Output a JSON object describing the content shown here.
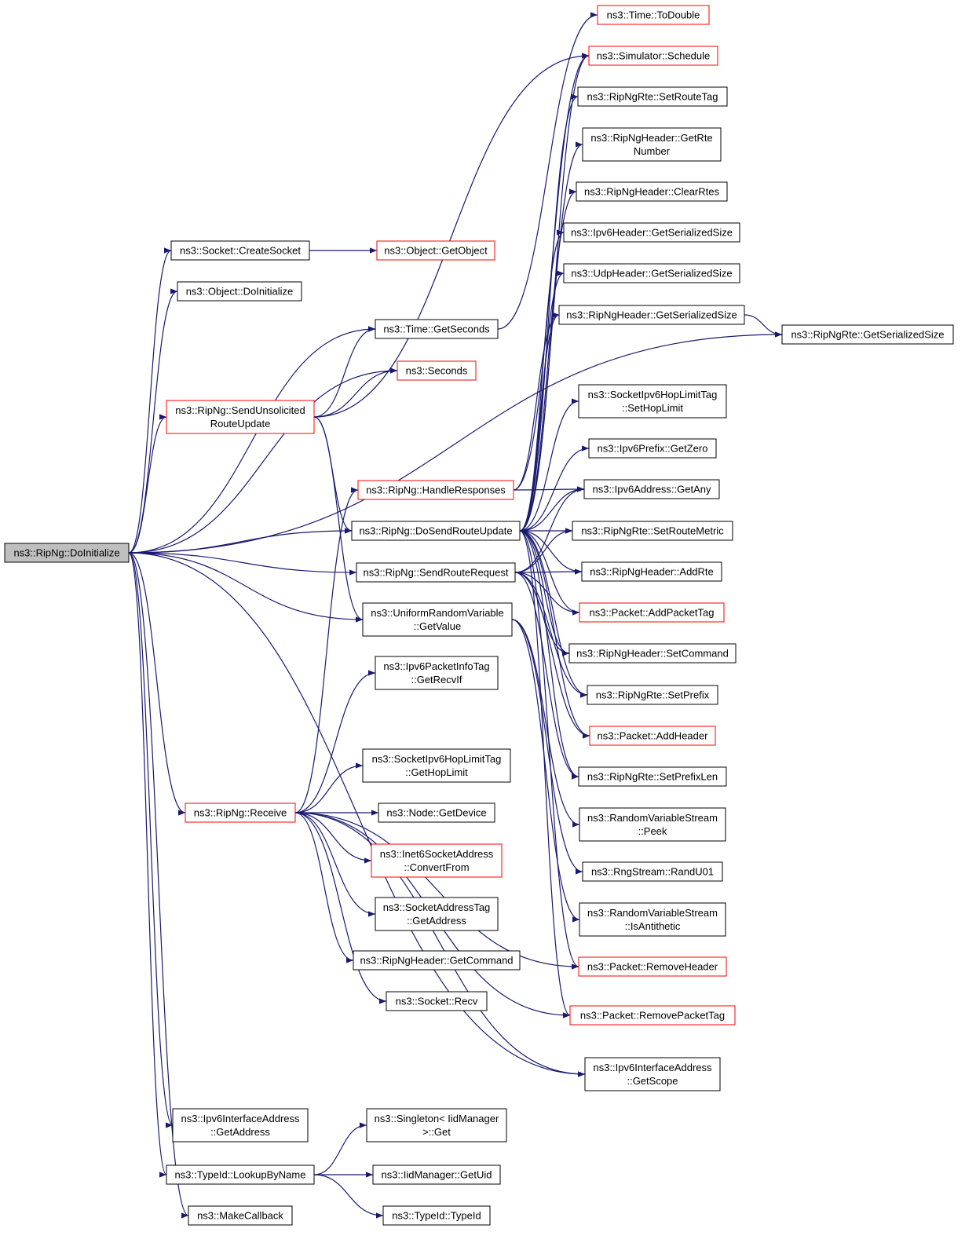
{
  "colors": {
    "edge": "#191970",
    "box_normal": "#000000",
    "box_truncated": "#ff0000",
    "box_root_fill": "#bfbfbf",
    "box_fill": "#ffffff"
  },
  "nodes": [
    {
      "id": "doinit",
      "lines": [
        "ns3::RipNg::DoInitialize"
      ],
      "style": "root"
    },
    {
      "id": "create_socket",
      "lines": [
        "ns3::Socket::CreateSocket"
      ],
      "style": "normal"
    },
    {
      "id": "object_doinit",
      "lines": [
        "ns3::Object::DoInitialize"
      ],
      "style": "normal"
    },
    {
      "id": "getobject",
      "lines": [
        "ns3::Object::GetObject"
      ],
      "style": "truncated"
    },
    {
      "id": "time_getseconds",
      "lines": [
        "ns3::Time::GetSeconds"
      ],
      "style": "normal"
    },
    {
      "id": "seconds",
      "lines": [
        "ns3::Seconds"
      ],
      "style": "truncated"
    },
    {
      "id": "send_unsolicited",
      "lines": [
        "ns3::RipNg::SendUnsolicited",
        "RouteUpdate"
      ],
      "style": "truncated"
    },
    {
      "id": "handle_responses",
      "lines": [
        "ns3::RipNg::HandleResponses"
      ],
      "style": "truncated"
    },
    {
      "id": "do_send_route_update",
      "lines": [
        "ns3::RipNg::DoSendRouteUpdate"
      ],
      "style": "normal"
    },
    {
      "id": "send_route_request",
      "lines": [
        "ns3::RipNg::SendRouteRequest"
      ],
      "style": "normal"
    },
    {
      "id": "uniform_getvalue",
      "lines": [
        "ns3::UniformRandomVariable",
        "::GetValue"
      ],
      "style": "normal"
    },
    {
      "id": "pkt_info_recvif",
      "lines": [
        "ns3::Ipv6PacketInfoTag",
        "::GetRecvIf"
      ],
      "style": "normal"
    },
    {
      "id": "hoplimit_get",
      "lines": [
        "ns3::SocketIpv6HopLimitTag",
        "::GetHopLimit"
      ],
      "style": "normal"
    },
    {
      "id": "receive",
      "lines": [
        "ns3::RipNg::Receive"
      ],
      "style": "truncated"
    },
    {
      "id": "node_getdevice",
      "lines": [
        "ns3::Node::GetDevice"
      ],
      "style": "normal"
    },
    {
      "id": "inet6_convertfrom",
      "lines": [
        "ns3::Inet6SocketAddress",
        "::ConvertFrom"
      ],
      "style": "truncated"
    },
    {
      "id": "sockaddrtag_getaddress",
      "lines": [
        "ns3::SocketAddressTag",
        "::GetAddress"
      ],
      "style": "normal"
    },
    {
      "id": "ripngheader_getcommand",
      "lines": [
        "ns3::RipNgHeader::GetCommand"
      ],
      "style": "normal"
    },
    {
      "id": "socket_recv",
      "lines": [
        "ns3::Socket::Recv"
      ],
      "style": "normal"
    },
    {
      "id": "ipv6ifaddr_getaddress",
      "lines": [
        "ns3::Ipv6InterfaceAddress",
        "::GetAddress"
      ],
      "style": "normal"
    },
    {
      "id": "typeid_lookupbyname",
      "lines": [
        "ns3::TypeId::LookupByName"
      ],
      "style": "normal"
    },
    {
      "id": "makecallback",
      "lines": [
        "ns3::MakeCallback"
      ],
      "style": "normal"
    },
    {
      "id": "singleton_get",
      "lines": [
        "ns3::Singleton< IidManager",
        ">::Get"
      ],
      "style": "normal"
    },
    {
      "id": "iidmanager_getuid",
      "lines": [
        "ns3::IidManager::GetUid"
      ],
      "style": "normal"
    },
    {
      "id": "typeid_typeid",
      "lines": [
        "ns3::TypeId::TypeId"
      ],
      "style": "normal"
    },
    {
      "id": "time_todouble",
      "lines": [
        "ns3::Time::ToDouble"
      ],
      "style": "truncated"
    },
    {
      "id": "simulator_schedule",
      "lines": [
        "ns3::Simulator::Schedule"
      ],
      "style": "truncated"
    },
    {
      "id": "ripngrte_setroutetag",
      "lines": [
        "ns3::RipNgRte::SetRouteTag"
      ],
      "style": "normal"
    },
    {
      "id": "ripngheader_getrtenumber",
      "lines": [
        "ns3::RipNgHeader::GetRte",
        "Number"
      ],
      "style": "normal"
    },
    {
      "id": "ripngheader_clearrtes",
      "lines": [
        "ns3::RipNgHeader::ClearRtes"
      ],
      "style": "normal"
    },
    {
      "id": "ipv6header_getserializedsize",
      "lines": [
        "ns3::Ipv6Header::GetSerializedSize"
      ],
      "style": "normal"
    },
    {
      "id": "udpheader_getserializedsize",
      "lines": [
        "ns3::UdpHeader::GetSerializedSize"
      ],
      "style": "normal"
    },
    {
      "id": "ripngheader_getserializedsize",
      "lines": [
        "ns3::RipNgHeader::GetSerializedSize"
      ],
      "style": "normal"
    },
    {
      "id": "ripngrte_getserializedsize",
      "lines": [
        "ns3::RipNgRte::GetSerializedSize"
      ],
      "style": "normal"
    },
    {
      "id": "hoplimit_set",
      "lines": [
        "ns3::SocketIpv6HopLimitTag",
        "::SetHopLimit"
      ],
      "style": "normal"
    },
    {
      "id": "ipv6prefix_getzero",
      "lines": [
        "ns3::Ipv6Prefix::GetZero"
      ],
      "style": "normal"
    },
    {
      "id": "ipv6address_getany",
      "lines": [
        "ns3::Ipv6Address::GetAny"
      ],
      "style": "normal"
    },
    {
      "id": "ripngrte_setroutemetric",
      "lines": [
        "ns3::RipNgRte::SetRouteMetric"
      ],
      "style": "normal"
    },
    {
      "id": "ripngheader_addrte",
      "lines": [
        "ns3::RipNgHeader::AddRte"
      ],
      "style": "normal"
    },
    {
      "id": "packet_addpackettag",
      "lines": [
        "ns3::Packet::AddPacketTag"
      ],
      "style": "truncated"
    },
    {
      "id": "ripngheader_setcommand",
      "lines": [
        "ns3::RipNgHeader::SetCommand"
      ],
      "style": "normal"
    },
    {
      "id": "ripngrte_setprefix",
      "lines": [
        "ns3::RipNgRte::SetPrefix"
      ],
      "style": "normal"
    },
    {
      "id": "packet_addheader",
      "lines": [
        "ns3::Packet::AddHeader"
      ],
      "style": "truncated"
    },
    {
      "id": "ripngrte_setprefixlen",
      "lines": [
        "ns3::RipNgRte::SetPrefixLen"
      ],
      "style": "normal"
    },
    {
      "id": "rvs_peek",
      "lines": [
        "ns3::RandomVariableStream",
        "::Peek"
      ],
      "style": "normal"
    },
    {
      "id": "rngstream_randu01",
      "lines": [
        "ns3::RngStream::RandU01"
      ],
      "style": "normal"
    },
    {
      "id": "rvs_isantithetic",
      "lines": [
        "ns3::RandomVariableStream",
        "::IsAntithetic"
      ],
      "style": "normal"
    },
    {
      "id": "packet_removeheader",
      "lines": [
        "ns3::Packet::RemoveHeader"
      ],
      "style": "truncated"
    },
    {
      "id": "packet_removepackettag",
      "lines": [
        "ns3::Packet::RemovePacketTag"
      ],
      "style": "truncated"
    },
    {
      "id": "ipv6ifaddr_getscope",
      "lines": [
        "ns3::Ipv6InterfaceAddress",
        "::GetScope"
      ],
      "style": "normal"
    }
  ],
  "edges": [
    [
      "doinit",
      "create_socket"
    ],
    [
      "doinit",
      "object_doinit"
    ],
    [
      "doinit",
      "time_getseconds"
    ],
    [
      "doinit",
      "seconds"
    ],
    [
      "doinit",
      "send_unsolicited"
    ],
    [
      "doinit",
      "ripngrte_getserializedsize"
    ],
    [
      "doinit",
      "do_send_route_update"
    ],
    [
      "doinit",
      "send_route_request"
    ],
    [
      "doinit",
      "uniform_getvalue"
    ],
    [
      "doinit",
      "receive"
    ],
    [
      "doinit",
      "ipv6ifaddr_getscope"
    ],
    [
      "doinit",
      "ipv6ifaddr_getaddress"
    ],
    [
      "doinit",
      "typeid_lookupbyname"
    ],
    [
      "doinit",
      "makecallback"
    ],
    [
      "create_socket",
      "getobject"
    ],
    [
      "time_getseconds",
      "time_todouble"
    ],
    [
      "send_unsolicited",
      "time_getseconds"
    ],
    [
      "send_unsolicited",
      "seconds"
    ],
    [
      "send_unsolicited",
      "simulator_schedule"
    ],
    [
      "send_unsolicited",
      "do_send_route_update"
    ],
    [
      "send_unsolicited",
      "uniform_getvalue"
    ],
    [
      "handle_responses",
      "ipv6address_getany"
    ],
    [
      "handle_responses",
      "simulator_schedule"
    ],
    [
      "handle_responses",
      "ripngheader_getserializedsize"
    ],
    [
      "do_send_route_update",
      "simulator_schedule"
    ],
    [
      "do_send_route_update",
      "ripngrte_setroutetag"
    ],
    [
      "do_send_route_update",
      "ripngheader_getrtenumber"
    ],
    [
      "do_send_route_update",
      "ripngheader_clearrtes"
    ],
    [
      "do_send_route_update",
      "ipv6header_getserializedsize"
    ],
    [
      "do_send_route_update",
      "udpheader_getserializedsize"
    ],
    [
      "do_send_route_update",
      "ripngheader_getserializedsize"
    ],
    [
      "do_send_route_update",
      "hoplimit_set"
    ],
    [
      "do_send_route_update",
      "ipv6prefix_getzero"
    ],
    [
      "do_send_route_update",
      "ipv6address_getany"
    ],
    [
      "do_send_route_update",
      "ripngrte_setroutemetric"
    ],
    [
      "do_send_route_update",
      "ripngheader_addrte"
    ],
    [
      "do_send_route_update",
      "packet_addpackettag"
    ],
    [
      "do_send_route_update",
      "ripngheader_setcommand"
    ],
    [
      "do_send_route_update",
      "ripngrte_setprefix"
    ],
    [
      "do_send_route_update",
      "packet_addheader"
    ],
    [
      "do_send_route_update",
      "ripngrte_setprefixlen"
    ],
    [
      "do_send_route_update",
      "packet_removeheader"
    ],
    [
      "do_send_route_update",
      "packet_removepackettag"
    ],
    [
      "send_route_request",
      "ipv6address_getany"
    ],
    [
      "send_route_request",
      "ripngrte_setroutemetric"
    ],
    [
      "send_route_request",
      "ripngheader_addrte"
    ],
    [
      "send_route_request",
      "packet_addpackettag"
    ],
    [
      "send_route_request",
      "ripngheader_setcommand"
    ],
    [
      "send_route_request",
      "ripngrte_setprefix"
    ],
    [
      "send_route_request",
      "packet_addheader"
    ],
    [
      "send_route_request",
      "ripngrte_setprefixlen"
    ],
    [
      "uniform_getvalue",
      "rvs_peek"
    ],
    [
      "uniform_getvalue",
      "rngstream_randu01"
    ],
    [
      "uniform_getvalue",
      "rvs_isantithetic"
    ],
    [
      "receive",
      "handle_responses"
    ],
    [
      "receive",
      "pkt_info_recvif"
    ],
    [
      "receive",
      "hoplimit_get"
    ],
    [
      "receive",
      "node_getdevice"
    ],
    [
      "receive",
      "inet6_convertfrom"
    ],
    [
      "receive",
      "sockaddrtag_getaddress"
    ],
    [
      "receive",
      "ripngheader_getcommand"
    ],
    [
      "receive",
      "socket_recv"
    ],
    [
      "receive",
      "packet_removepackettag"
    ],
    [
      "receive",
      "packet_removeheader"
    ],
    [
      "receive",
      "ipv6ifaddr_getscope"
    ],
    [
      "ripngheader_getserializedsize",
      "ripngrte_getserializedsize"
    ],
    [
      "typeid_lookupbyname",
      "singleton_get"
    ],
    [
      "typeid_lookupbyname",
      "iidmanager_getuid"
    ],
    [
      "typeid_lookupbyname",
      "typeid_typeid"
    ]
  ]
}
